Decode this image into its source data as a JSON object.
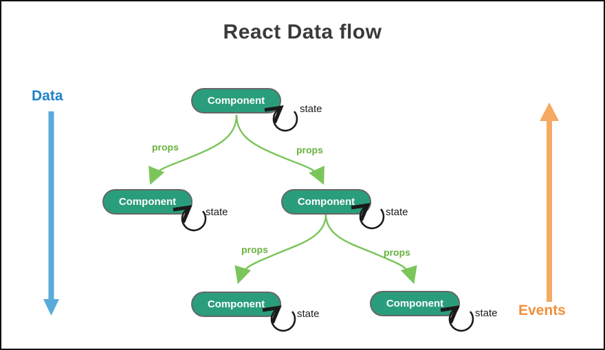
{
  "title": "React Data flow",
  "legend": {
    "data_label": "Data",
    "events_label": "Events"
  },
  "nodes": [
    {
      "id": "root",
      "label": "Component",
      "state_label": "state"
    },
    {
      "id": "child-left",
      "label": "Component",
      "state_label": "state"
    },
    {
      "id": "child-right",
      "label": "Component",
      "state_label": "state"
    },
    {
      "id": "grandchild-left",
      "label": "Component",
      "state_label": "state"
    },
    {
      "id": "grandchild-right",
      "label": "Component",
      "state_label": "state"
    }
  ],
  "edges": [
    {
      "from": "root",
      "to": "child-left",
      "label": "props"
    },
    {
      "from": "root",
      "to": "child-right",
      "label": "props"
    },
    {
      "from": "child-right",
      "to": "grandchild-left",
      "label": "props"
    },
    {
      "from": "child-right",
      "to": "grandchild-right",
      "label": "props"
    }
  ],
  "colors": {
    "node_fill": "#2a9d7c",
    "node_border": "#666666",
    "node_text": "#ffffff",
    "props_text": "#68b13e",
    "props_arrow": "#7cc55c",
    "data_label": "#1e82c8",
    "data_arrow": "#58aadb",
    "events_label": "#f0913a",
    "events_arrow": "#f6a963",
    "state_arrow": "#1a1a1a",
    "title_text": "#3a3a3a"
  }
}
